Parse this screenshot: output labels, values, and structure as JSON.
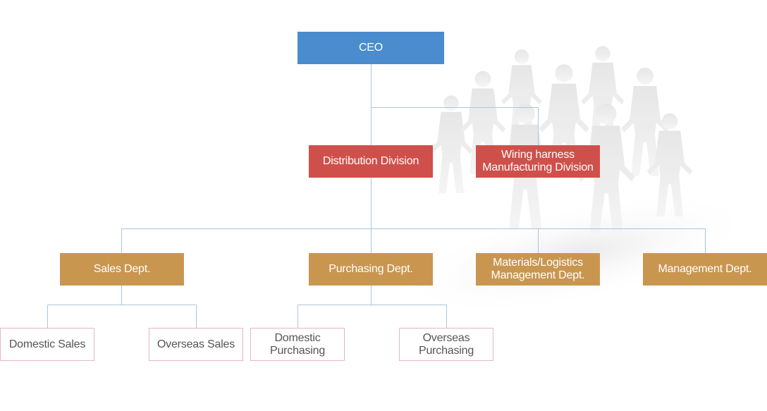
{
  "colors": {
    "ceo": "#4a8ccd",
    "division": "#cf504b",
    "department": "#c99650",
    "team_border": "#e8b5c3",
    "connector": "#a9c6dc"
  },
  "org": {
    "ceo": {
      "label": "CEO"
    },
    "divisions": [
      {
        "label": "Distribution Division"
      },
      {
        "label": "Wiring harness\nManufacturing Division"
      }
    ],
    "departments": [
      {
        "label": "Sales Dept."
      },
      {
        "label": "Purchasing Dept."
      },
      {
        "label": "Materials/Logistics\nManagement Dept."
      },
      {
        "label": "Management Dept."
      }
    ],
    "teams": [
      {
        "label": "Domestic Sales"
      },
      {
        "label": "Overseas Sales"
      },
      {
        "label": "Domestic\nPurchasing"
      },
      {
        "label": "Overseas\nPurchasing"
      }
    ]
  },
  "decoration": {
    "background_art": "people-silhouettes"
  }
}
